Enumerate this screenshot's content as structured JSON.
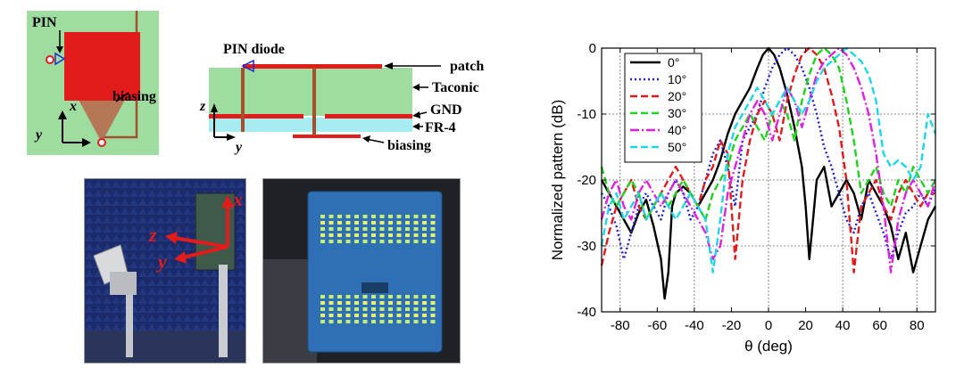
{
  "unit_cell": {
    "top_view": {
      "pin_label": "PIN",
      "biasing_label": "biasing",
      "axis_x": "x",
      "axis_y": "y"
    },
    "side_view": {
      "pin_label": "PIN diode",
      "patch_label": "patch",
      "taconic_label": "Taconic",
      "gnd_label": "GND",
      "fr4_label": "FR-4",
      "biasing_label": "biasing",
      "axis_z": "z",
      "axis_y": "y"
    },
    "colors": {
      "substrate": "#9fdca0",
      "fr4": "#a6ecf0",
      "copper": "#e21b1b",
      "via": "#a0522d",
      "diode": "#1b2bd6"
    }
  },
  "photos": {
    "chamber": {
      "axis_x": "x",
      "axis_y": "y",
      "axis_z": "z"
    },
    "board": {}
  },
  "chart_data": {
    "type": "line",
    "xlabel": "θ (deg)",
    "ylabel": "Normalized pattern (dB)",
    "xlim": [
      -90,
      90
    ],
    "ylim": [
      -40,
      0
    ],
    "xticks": [
      -80,
      -60,
      -40,
      -20,
      0,
      20,
      40,
      60,
      80
    ],
    "yticks": [
      0,
      -10,
      -20,
      -30,
      -40
    ],
    "grid": true,
    "legend_placement": "top-left",
    "series": [
      {
        "name": "0°",
        "color": "#000000",
        "dash": "",
        "x": [
          -90,
          -86,
          -82,
          -78,
          -74,
          -70,
          -66,
          -62,
          -58,
          -56,
          -54,
          -52,
          -50,
          -46,
          -42,
          -38,
          -34,
          -30,
          -26,
          -22,
          -18,
          -14,
          -10,
          -6,
          -3,
          0,
          3,
          6,
          10,
          14,
          18,
          20,
          22,
          24,
          26,
          30,
          34,
          38,
          42,
          46,
          50,
          54,
          58,
          62,
          66,
          70,
          74,
          78,
          82,
          86,
          90
        ],
        "y": [
          -20,
          -22,
          -24,
          -26,
          -28,
          -25,
          -23,
          -27,
          -32,
          -38,
          -34,
          -24,
          -22,
          -21,
          -22,
          -24,
          -22,
          -20,
          -17,
          -13,
          -10,
          -8,
          -6,
          -3,
          -1,
          0,
          -1,
          -3,
          -7,
          -12,
          -18,
          -24,
          -32,
          -26,
          -20,
          -18,
          -24,
          -22,
          -20,
          -22,
          -26,
          -20,
          -22,
          -24,
          -27,
          -32,
          -28,
          -34,
          -30,
          -26,
          -24
        ]
      },
      {
        "name": "10°",
        "color": "#1f1fd6",
        "dash": "2,3",
        "x": [
          -90,
          -86,
          -82,
          -78,
          -74,
          -70,
          -66,
          -62,
          -58,
          -54,
          -50,
          -46,
          -42,
          -38,
          -34,
          -30,
          -26,
          -22,
          -18,
          -14,
          -10,
          -6,
          -2,
          2,
          6,
          10,
          14,
          18,
          22,
          26,
          30,
          34,
          38,
          42,
          46,
          50,
          54,
          58,
          62,
          66,
          70,
          74,
          78,
          82,
          86,
          90
        ],
        "y": [
          -22,
          -24,
          -27,
          -32,
          -28,
          -24,
          -22,
          -24,
          -26,
          -22,
          -20,
          -22,
          -26,
          -24,
          -20,
          -16,
          -14,
          -18,
          -24,
          -14,
          -12,
          -10,
          -6,
          -3,
          -1,
          0,
          -1,
          -3,
          -6,
          -10,
          -15,
          -18,
          -22,
          -26,
          -28,
          -24,
          -22,
          -25,
          -28,
          -32,
          -28,
          -25,
          -24,
          -22,
          -24,
          -21
        ]
      },
      {
        "name": "20°",
        "color": "#e01b1b",
        "dash": "8,4",
        "x": [
          -90,
          -86,
          -82,
          -78,
          -74,
          -70,
          -66,
          -62,
          -58,
          -54,
          -50,
          -46,
          -42,
          -38,
          -34,
          -30,
          -26,
          -22,
          -18,
          -14,
          -10,
          -6,
          -2,
          2,
          6,
          10,
          14,
          18,
          22,
          26,
          30,
          34,
          38,
          42,
          46,
          50,
          54,
          58,
          62,
          66,
          70,
          74,
          78,
          82,
          86,
          90
        ],
        "y": [
          -33,
          -28,
          -24,
          -22,
          -20,
          -24,
          -26,
          -24,
          -22,
          -20,
          -18,
          -20,
          -22,
          -24,
          -20,
          -18,
          -14,
          -16,
          -32,
          -20,
          -14,
          -10,
          -8,
          -10,
          -14,
          -8,
          -4,
          -1,
          0,
          -1,
          -3,
          -7,
          -12,
          -20,
          -34,
          -24,
          -22,
          -20,
          -24,
          -26,
          -22,
          -20,
          -22,
          -24,
          -22,
          -22
        ]
      },
      {
        "name": "30°",
        "color": "#1ed21e",
        "dash": "8,4",
        "x": [
          -90,
          -86,
          -82,
          -78,
          -74,
          -70,
          -66,
          -62,
          -58,
          -54,
          -50,
          -46,
          -42,
          -38,
          -34,
          -30,
          -26,
          -22,
          -18,
          -14,
          -10,
          -6,
          -2,
          2,
          6,
          10,
          14,
          18,
          22,
          26,
          30,
          34,
          38,
          42,
          46,
          50,
          54,
          58,
          62,
          66,
          70,
          74,
          78,
          82,
          86,
          90
        ],
        "y": [
          -18,
          -22,
          -24,
          -22,
          -20,
          -22,
          -26,
          -24,
          -22,
          -24,
          -22,
          -20,
          -22,
          -24,
          -26,
          -22,
          -20,
          -18,
          -14,
          -12,
          -10,
          -12,
          -14,
          -10,
          -8,
          -10,
          -14,
          -8,
          -4,
          -1,
          0,
          -1,
          -3,
          -8,
          -14,
          -22,
          -20,
          -18,
          -22,
          -24,
          -20,
          -22,
          -18,
          -20,
          -22,
          -20
        ]
      },
      {
        "name": "40°",
        "color": "#e020e0",
        "dash": "10,3,2,3",
        "x": [
          -90,
          -86,
          -82,
          -78,
          -74,
          -70,
          -66,
          -62,
          -58,
          -54,
          -50,
          -46,
          -42,
          -38,
          -34,
          -30,
          -26,
          -22,
          -18,
          -14,
          -10,
          -6,
          -2,
          2,
          6,
          10,
          14,
          18,
          22,
          26,
          30,
          34,
          38,
          42,
          46,
          50,
          54,
          58,
          62,
          66,
          70,
          74,
          78,
          82,
          86,
          90
        ],
        "y": [
          -26,
          -22,
          -20,
          -24,
          -26,
          -22,
          -20,
          -22,
          -24,
          -22,
          -20,
          -22,
          -24,
          -26,
          -28,
          -32,
          -30,
          -22,
          -18,
          -14,
          -10,
          -8,
          -10,
          -14,
          -10,
          -6,
          -8,
          -12,
          -8,
          -4,
          -2,
          -1,
          0,
          -1,
          -3,
          -6,
          -10,
          -16,
          -24,
          -34,
          -26,
          -22,
          -20,
          -22,
          -24,
          -20
        ]
      },
      {
        "name": "50°",
        "color": "#1ed6e6",
        "dash": "8,4",
        "x": [
          -90,
          -86,
          -82,
          -78,
          -74,
          -70,
          -66,
          -62,
          -58,
          -54,
          -50,
          -46,
          -42,
          -38,
          -34,
          -30,
          -26,
          -22,
          -18,
          -14,
          -10,
          -6,
          -2,
          2,
          6,
          10,
          14,
          18,
          22,
          26,
          30,
          34,
          38,
          42,
          46,
          50,
          54,
          58,
          62,
          66,
          70,
          74,
          78,
          82,
          86,
          90
        ],
        "y": [
          -30,
          -24,
          -22,
          -26,
          -24,
          -22,
          -26,
          -24,
          -22,
          -24,
          -26,
          -24,
          -22,
          -24,
          -26,
          -34,
          -26,
          -16,
          -12,
          -10,
          -8,
          -6,
          -8,
          -10,
          -8,
          -6,
          -8,
          -10,
          -8,
          -5,
          -3,
          -2,
          -1,
          0,
          -1,
          -2,
          -4,
          -8,
          -16,
          -18,
          -17,
          -18,
          -20,
          -18,
          -10,
          -13
        ]
      }
    ]
  }
}
